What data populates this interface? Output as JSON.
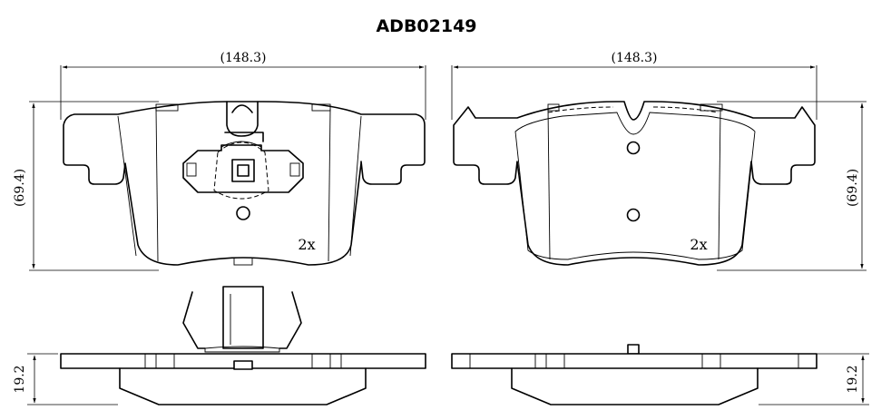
{
  "title": "ADB02149",
  "views": {
    "left": {
      "width_label": "(148.3)",
      "height_label": "(69.4)",
      "quantity_label": "2x"
    },
    "right": {
      "width_label": "(148.3)",
      "height_label": "(69.4)",
      "quantity_label": "2x"
    },
    "side_left": {
      "thickness_label": "19.2"
    },
    "side_right": {
      "thickness_label": "19.2"
    }
  }
}
